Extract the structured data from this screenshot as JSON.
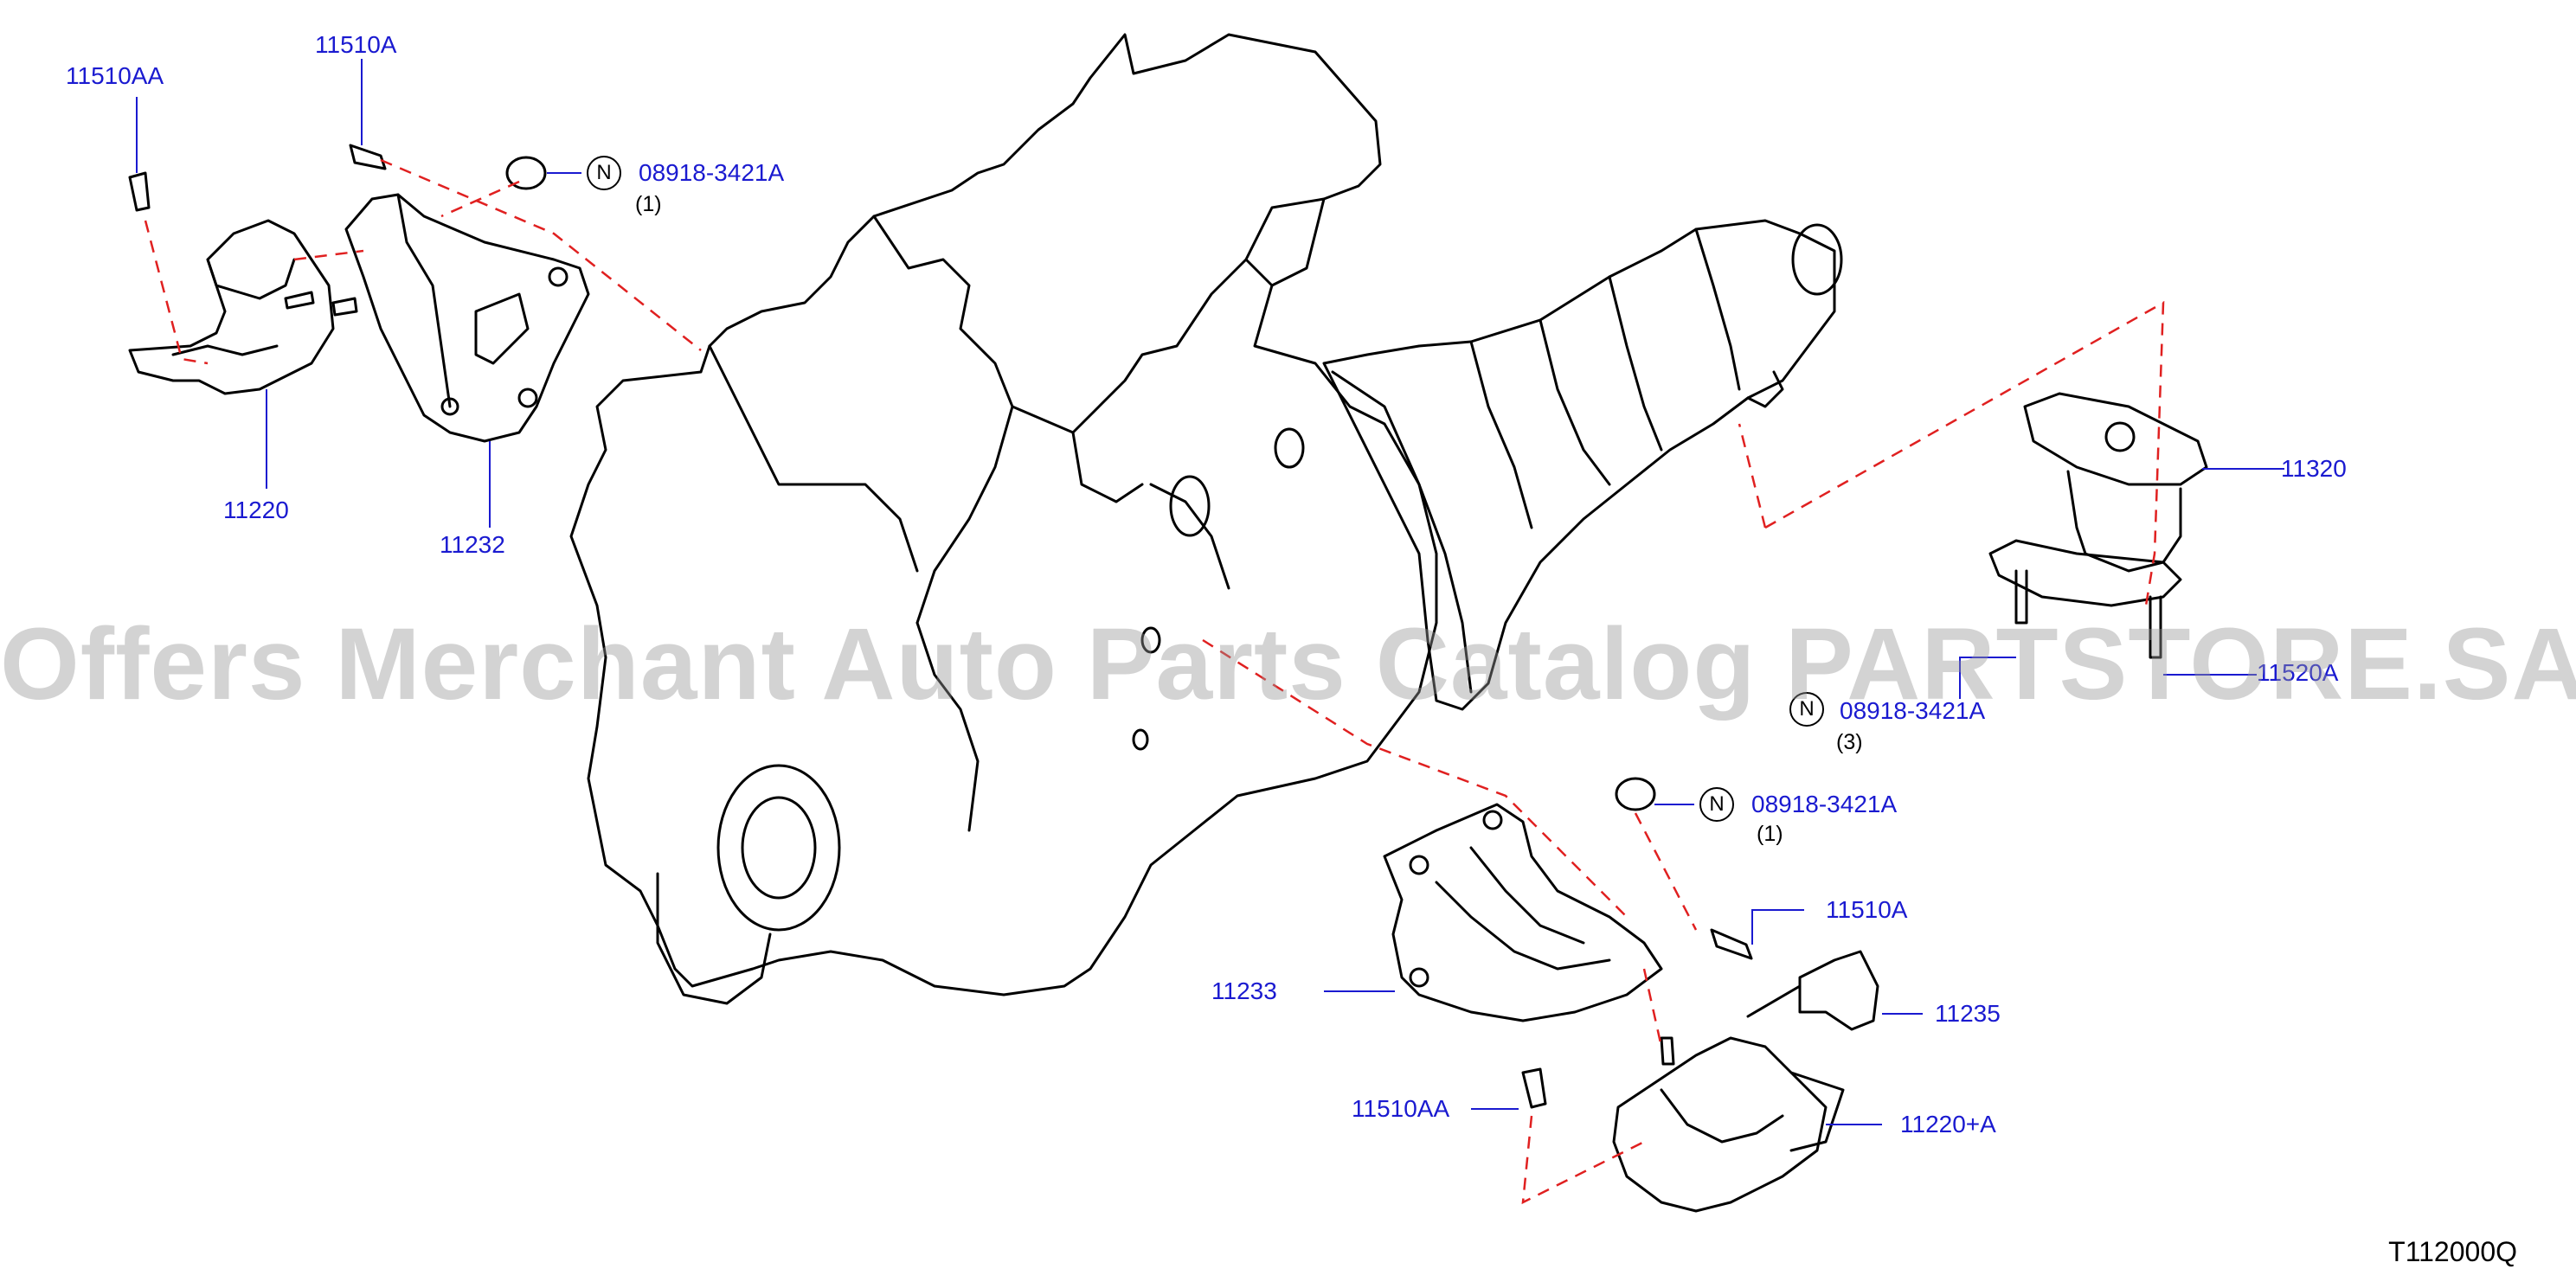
{
  "callouts": {
    "p11510AA_top": "11510AA",
    "p11510A_top": "11510A",
    "p11220": "11220",
    "p11232": "11232",
    "p08918_top": "08918-3421A",
    "p08918_top_qty": "(1)",
    "p11320": "11320",
    "p11520A": "11520A",
    "p08918_right": "08918-3421A",
    "p08918_right_qty": "(3)",
    "p08918_mid": "08918-3421A",
    "p08918_mid_qty": "(1)",
    "p11510A_mid": "11510A",
    "p11233": "11233",
    "p11235": "11235",
    "p11510AA_bottom": "11510AA",
    "p11220A": "11220+A"
  },
  "n_marker": "N",
  "watermark": "Offers Merchant Auto Parts Catalog PARTSTORE.SA",
  "diagram_code": "T112000Q",
  "colors": {
    "callout": "#1a1ad0",
    "leader_dashed": "#e02020",
    "outline": "#000000"
  }
}
